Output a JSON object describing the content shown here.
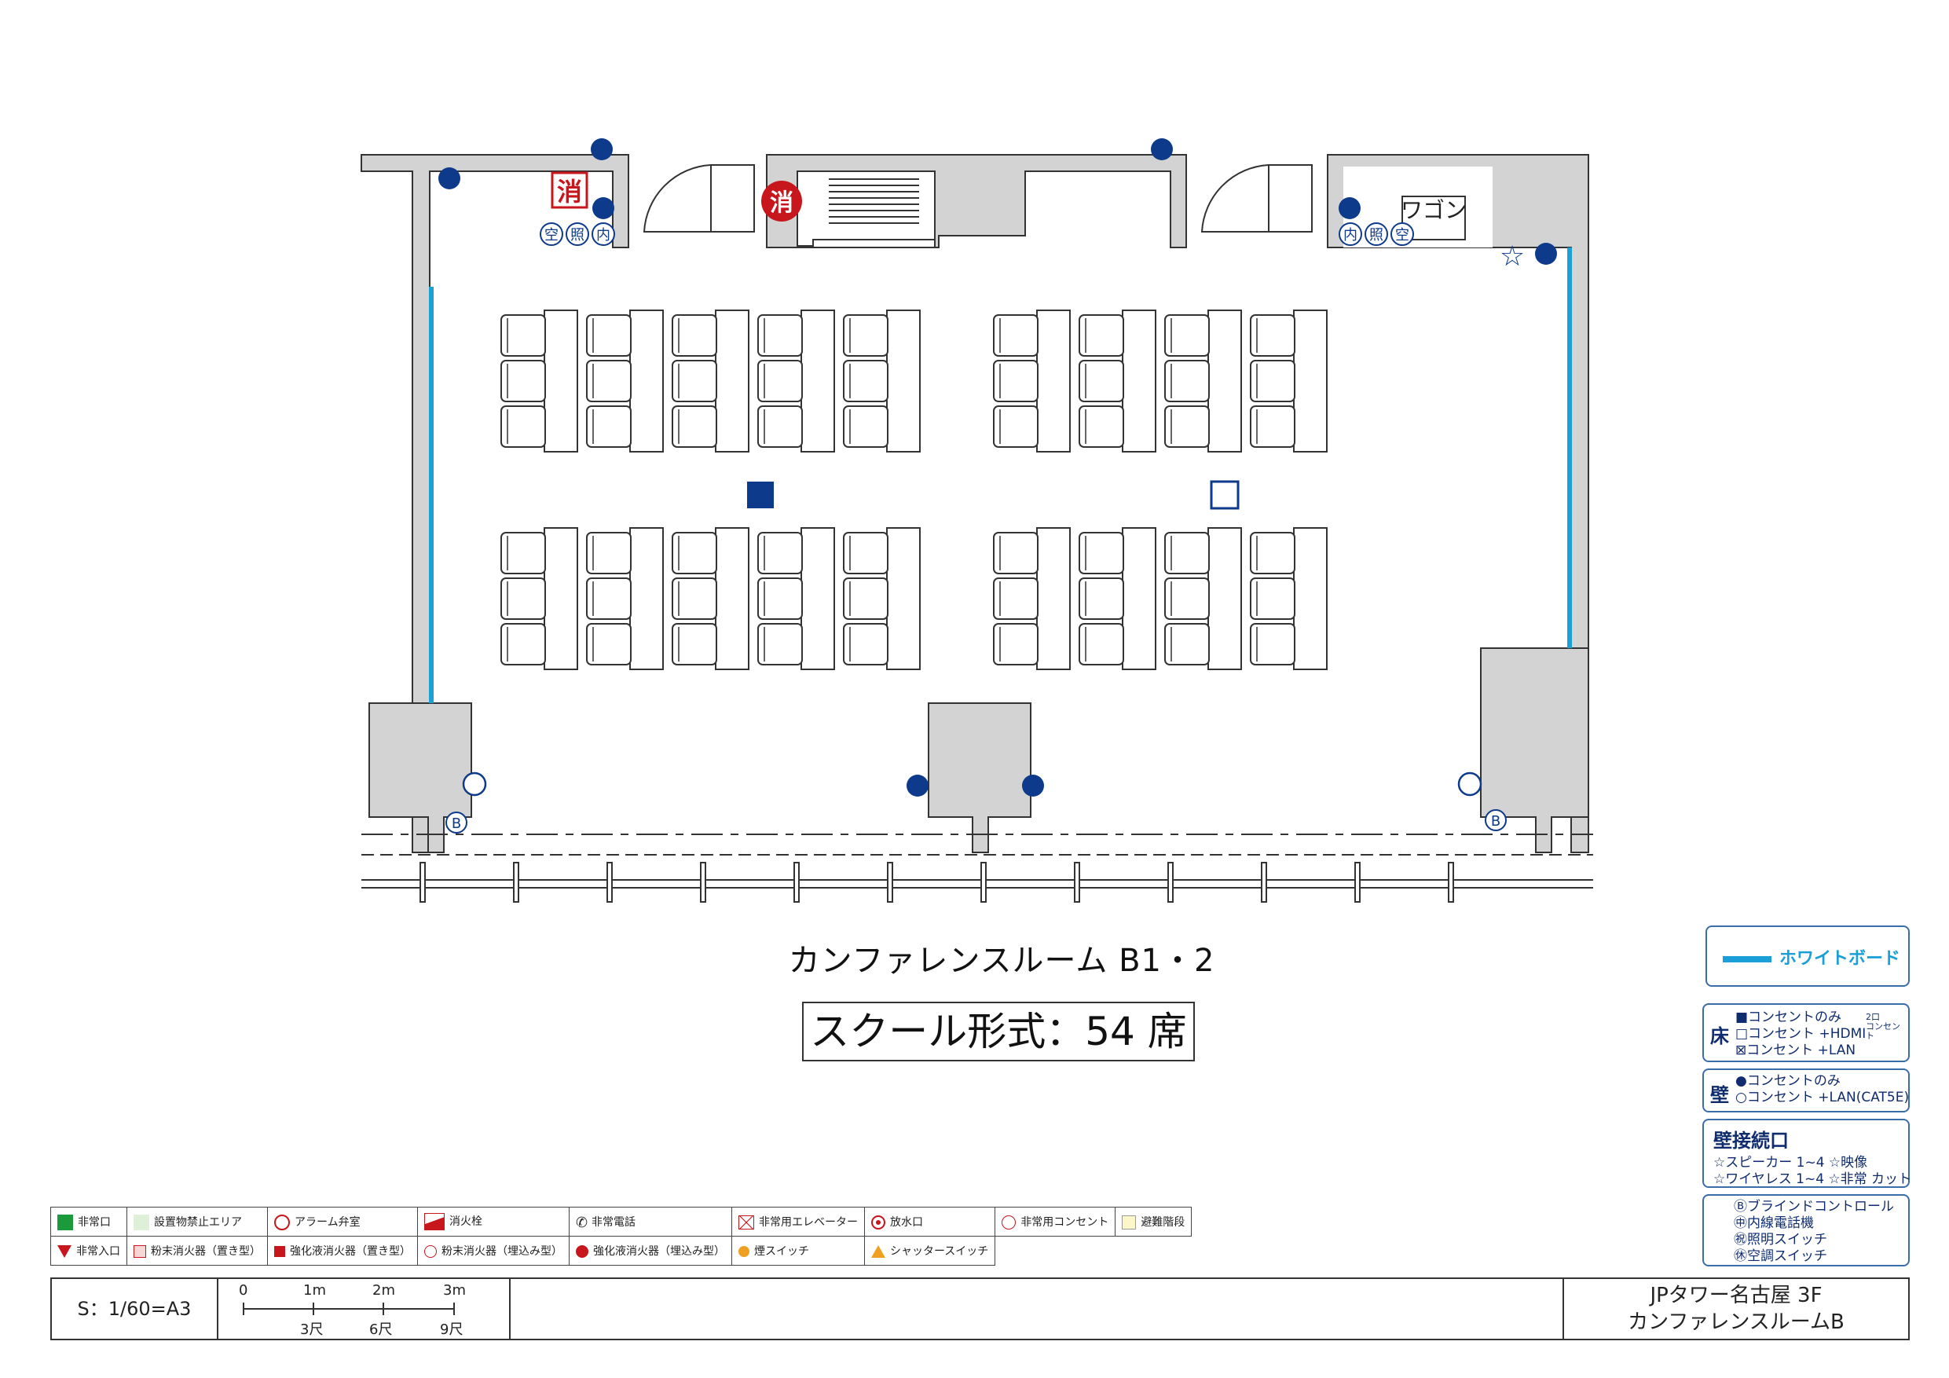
{
  "plan": {
    "room_title": "カンファレンスルーム B1・2",
    "layout_label": "スクール形式：54 席",
    "wagon_label": "ワゴン",
    "fire_label": "消",
    "switch_left": [
      "空",
      "照",
      "内"
    ],
    "switch_right": [
      "内",
      "照",
      "空"
    ],
    "blind_label": "B",
    "star_symbol": "☆"
  },
  "colors": {
    "wall_fill": "#d3d3d3",
    "wall_line": "#333333",
    "navy": "#0d3a8a",
    "red": "#c8161d",
    "whiteboard": "#1aa0d6"
  },
  "legend_right": {
    "whiteboard_label": "ホワイトボード",
    "floor_head": "床",
    "floor_items": [
      "■コンセントのみ",
      "□コンセント +HDMI",
      "⊠コンセント +LAN"
    ],
    "floor_note_top": "2口",
    "floor_note_bottom": "コンセント",
    "wall_head": "壁",
    "wall_items": [
      "●コンセントのみ",
      "○コンセント +LAN(CAT5E)"
    ],
    "conn_head": "壁接続口",
    "conn_items": [
      "☆スピーカー 1~4 ☆映像",
      "☆ワイヤレス 1~4 ☆非常 カット"
    ],
    "switch_items": [
      "Ⓑブラインドコントロール",
      "㊥内線電話機",
      "㊗照明スイッチ",
      "㊡空調スイッチ"
    ]
  },
  "legend_bottom": {
    "row1": [
      "非常口",
      "設置物禁止エリア",
      "アラーム弁室",
      "消火栓",
      "非常電話",
      "非常用エレベーター",
      "放水口",
      "非常用コンセント",
      "避難階段"
    ],
    "row2": [
      "非常入口",
      "粉末消火器（置き型）",
      "強化液消火器（置き型）",
      "粉末消火器（埋込み型）",
      "強化液消火器（埋込み型）",
      "煙スイッチ",
      "シャッタースイッチ"
    ]
  },
  "title_block": {
    "scale": "S：1/60=A3",
    "scale_m": [
      "0",
      "1m",
      "2m",
      "3m"
    ],
    "scale_shaku": [
      "3尺",
      "6尺",
      "9尺"
    ],
    "building": "JPタワー名古屋 3F",
    "room": "カンファレンスルームB"
  }
}
